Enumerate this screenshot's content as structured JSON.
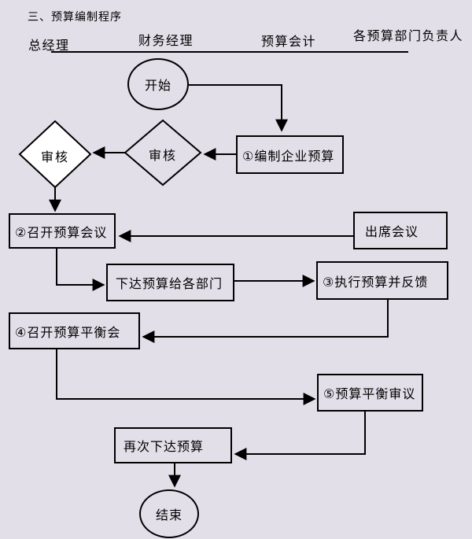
{
  "title": "三、预算编制程序",
  "lanes": {
    "general_manager": "总经理",
    "finance_manager": "财务经理",
    "budget_accountant": "预算会计",
    "department_heads": "各预算部门负责人"
  },
  "nodes": {
    "start": "开始",
    "prepare_budget": "①编制企业预算",
    "review_finance": "审核",
    "review_general": "审核",
    "hold_budget_meeting": "②召开预算会议",
    "attend_meeting": "出席会议",
    "issue_budget_to_departments": "下达预算给各部门",
    "execute_budget_feedback": "③执行预算并反馈",
    "hold_balance_meeting": "④召开预算平衡会",
    "balance_review": "⑤预算平衡审议",
    "reissue_budget": "再次下达预算",
    "end": "结束"
  },
  "colors": {
    "background": "#E3DFE9",
    "stroke": "#000000",
    "diamond_fill": "#FFFFFF"
  }
}
